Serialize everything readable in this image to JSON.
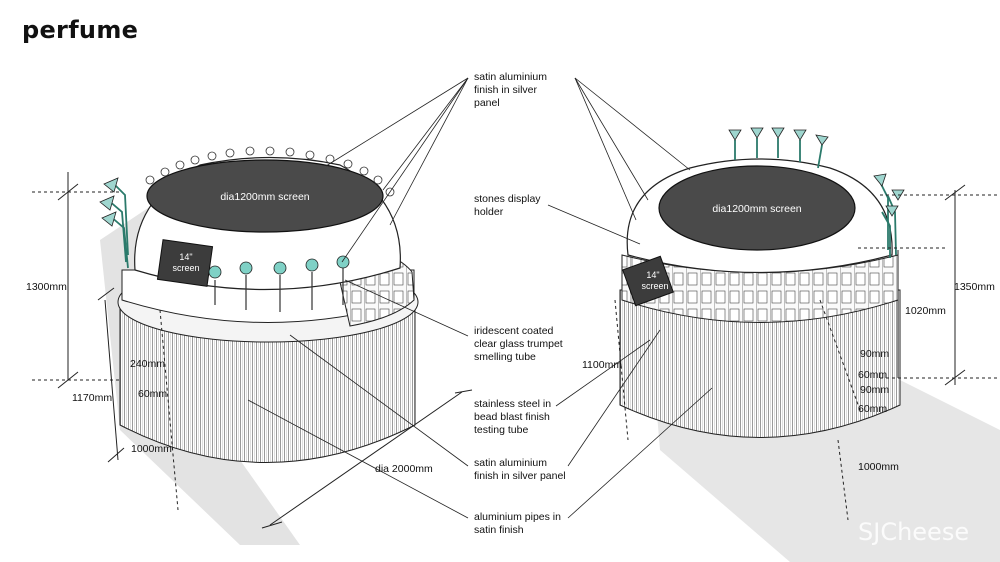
{
  "title": "perfume",
  "callouts": {
    "satin_panel_top": [
      "satin aluminium",
      "finish in silver",
      "panel"
    ],
    "stones_holder": [
      "stones display",
      "holder"
    ],
    "trumpet_tube": [
      "iridescent coated",
      "clear glass trumpet",
      "smelling tube"
    ],
    "testing_tube": [
      "stainless steel in",
      "bead blast finish",
      "testing tube"
    ],
    "satin_panel_bottom": [
      "satin aluminium",
      "finish in silver panel"
    ],
    "pipes": [
      "aluminium pipes in",
      "satin finish"
    ]
  },
  "left_unit": {
    "screen_label": "dia1200mm screen",
    "small_screen": [
      "14\"",
      "screen"
    ],
    "dims": {
      "height_total": "1300mm",
      "height_body": "1170mm",
      "d240": "240mm",
      "d60": "60mm",
      "d1000": "1000mm",
      "diameter": "dia 2000mm"
    }
  },
  "right_unit": {
    "screen_label": "dia1200mm screen",
    "small_screen": [
      "14\"",
      "screen"
    ],
    "dims": {
      "height_total": "1350mm",
      "height_body": "1020mm",
      "d1100": "1100mm",
      "d90a": "90mm",
      "d60a": "60mm",
      "d90b": "90mm",
      "d60b": "60mm",
      "d1000": "1000mm"
    }
  },
  "watermark": "SJCheese"
}
